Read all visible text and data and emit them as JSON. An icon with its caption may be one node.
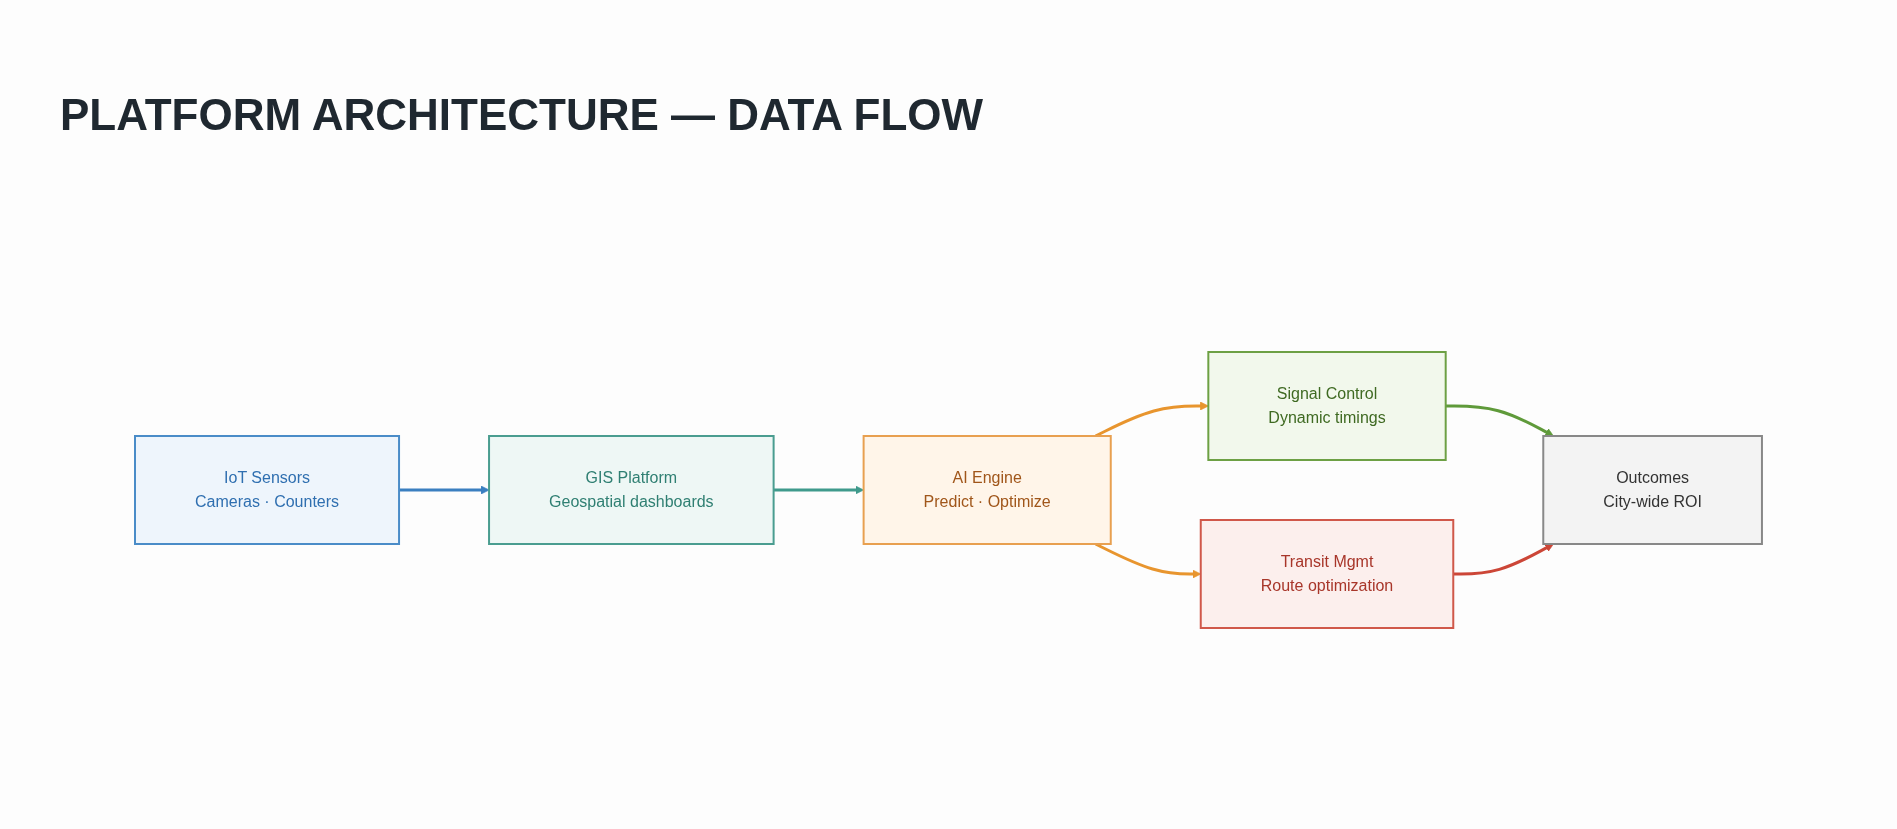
{
  "diagram": {
    "title": "PLATFORM ARCHITECTURE — DATA FLOW",
    "nodes": [
      {
        "text": [
          "IoT Sensors",
          "Cameras · Counters"
        ]
      },
      {
        "text": [
          "GIS Platform",
          "Geospatial dashboards"
        ]
      },
      {
        "text": [
          "AI Engine",
          "Predict · Optimize"
        ]
      },
      {
        "text": [
          "Signal Control",
          "Dynamic timings"
        ]
      },
      {
        "text": [
          "Transit Mgmt",
          "Route optimization"
        ]
      },
      {
        "text": [
          "Outcomes",
          "City-wide ROI"
        ]
      }
    ],
    "edges": [
      {
        "from": 0,
        "to": 1,
        "arrow": "to",
        "color": "#3a7fc0"
      },
      {
        "from": 1,
        "to": 2,
        "arrow": "to",
        "color": "#3f9a8c"
      },
      {
        "from": 2,
        "to": 3,
        "arrow": "to",
        "color": "#e8952e"
      },
      {
        "from": 2,
        "to": 4,
        "arrow": "to",
        "color": "#e8952e"
      },
      {
        "from": 3,
        "to": 5,
        "arrow": "to",
        "color": "#5f9a3a"
      },
      {
        "from": 4,
        "to": 5,
        "arrow": "to",
        "color": "#cc4637"
      }
    ]
  }
}
